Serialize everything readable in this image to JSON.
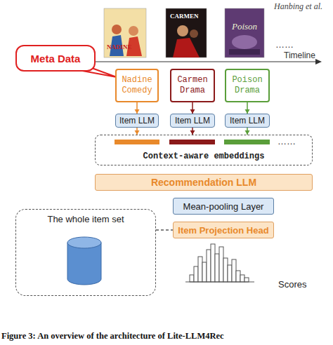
{
  "diagram": {
    "caption": "Figure 3: An overview of the architecture of Lite-LLM4Rec",
    "nodes": [
      {
        "text": [
          "Meta Data"
        ]
      },
      {
        "text": [
          "Nadine Comedy"
        ]
      },
      {
        "text": [
          "Carmen Drama"
        ]
      },
      {
        "text": [
          "Poison Drama"
        ]
      },
      {
        "text": [
          "Item LLM"
        ]
      },
      {
        "text": [
          "Item LLM"
        ]
      },
      {
        "text": [
          "Item LLM"
        ]
      },
      {
        "text": [
          "Context-aware embeddings"
        ]
      },
      {
        "text": [
          "Recommendation LLM"
        ]
      },
      {
        "text": [
          "Mean-pooling Layer"
        ]
      },
      {
        "text": [
          "The whole item set"
        ]
      },
      {
        "text": [
          "Item Projection Head"
        ]
      }
    ],
    "edges": [
      {
        "from": 1,
        "to": 4,
        "arrow": "to"
      },
      {
        "from": 2,
        "to": 5,
        "arrow": "to"
      },
      {
        "from": 3,
        "to": 6,
        "arrow": "to"
      },
      {
        "from": 4,
        "to": 7,
        "arrow": "to"
      },
      {
        "from": 5,
        "to": 7,
        "arrow": "to"
      },
      {
        "from": 6,
        "to": 7,
        "arrow": "to"
      },
      {
        "from": 10,
        "to": 11,
        "arrow": "none"
      }
    ],
    "labels": [
      "Hanbing et al.",
      "NADINE",
      "CARMEN",
      "Poison",
      "……",
      "Timeline",
      "……",
      "Scores"
    ]
  }
}
